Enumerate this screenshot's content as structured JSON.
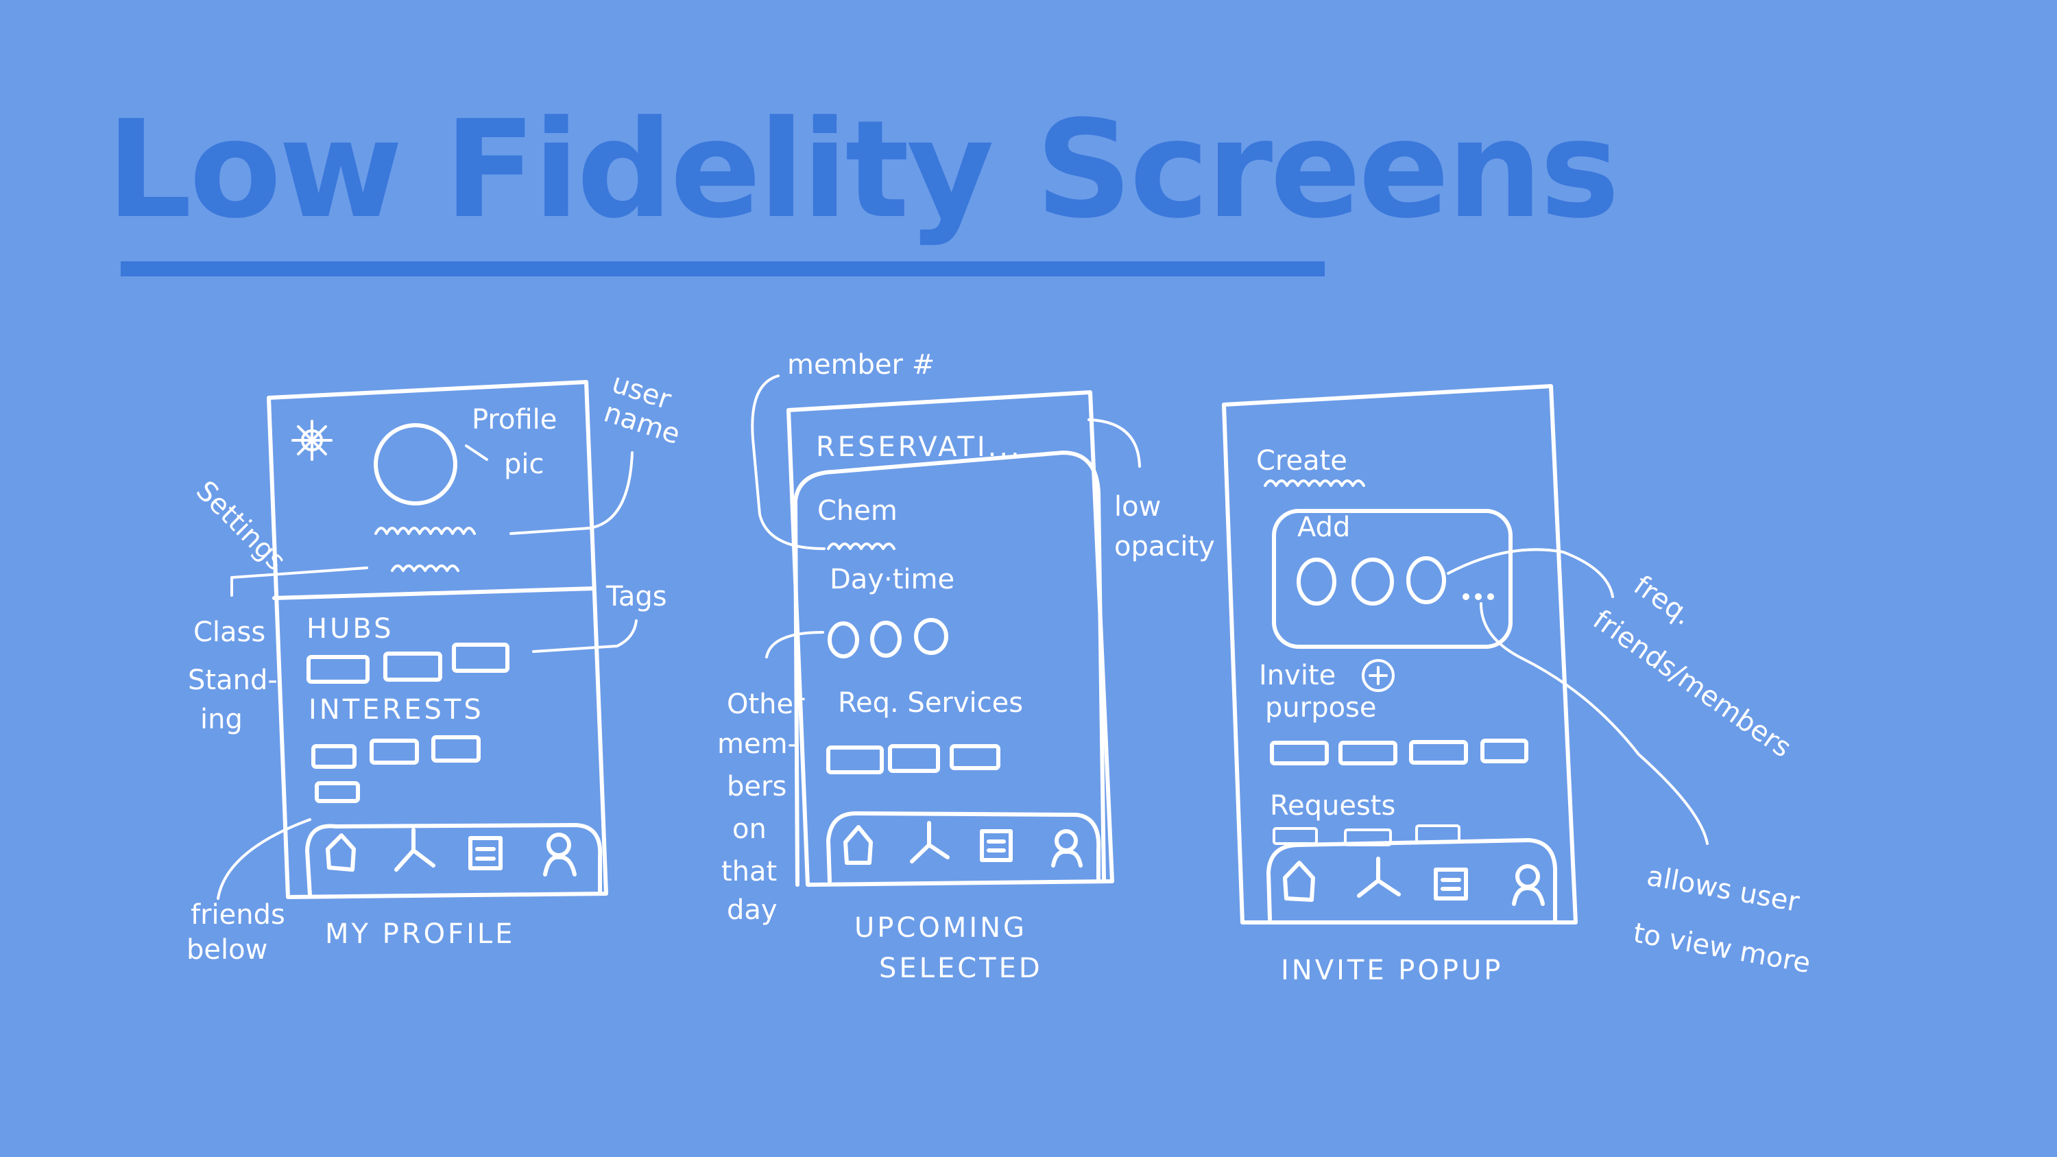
{
  "title": "Low Fidelity Screens",
  "colors": {
    "background": "#6b9ce8",
    "accent": "#3a78da",
    "sketch": "#ffffff"
  },
  "screens": [
    {
      "caption": "MY PROFILE",
      "profile_pic": "Profile\npic",
      "hubs": "HUBS",
      "interests": "INTERESTS",
      "annotations": {
        "settings": "Settings",
        "user_name": "user\nname",
        "tags": "Tags",
        "class_standing": "Class\nStand-\ning",
        "friends_below": "friends\nbelow"
      }
    },
    {
      "caption_line1": "UPCOMING",
      "caption_line2": "SELECTED",
      "header": "RESERVATI...",
      "card_title": "Chem",
      "day_time": "Day·time",
      "req_services": "Req. Services",
      "annotations": {
        "member_number": "member #",
        "low_opacity": "low\nopacity",
        "other_members": "Other\nmem-\nbers\non\nthat\nday"
      }
    },
    {
      "caption": "INVITE POPUP",
      "header": "Create",
      "add": "Add",
      "invite": "Invite",
      "purpose": "purpose",
      "requests": "Requests",
      "annotations": {
        "freq_friends": "freq.\nfriends/members",
        "allows_view_more": "allows user\nto view more"
      }
    }
  ],
  "nav_icons": [
    "home-icon",
    "network-icon",
    "document-icon",
    "user-icon"
  ]
}
